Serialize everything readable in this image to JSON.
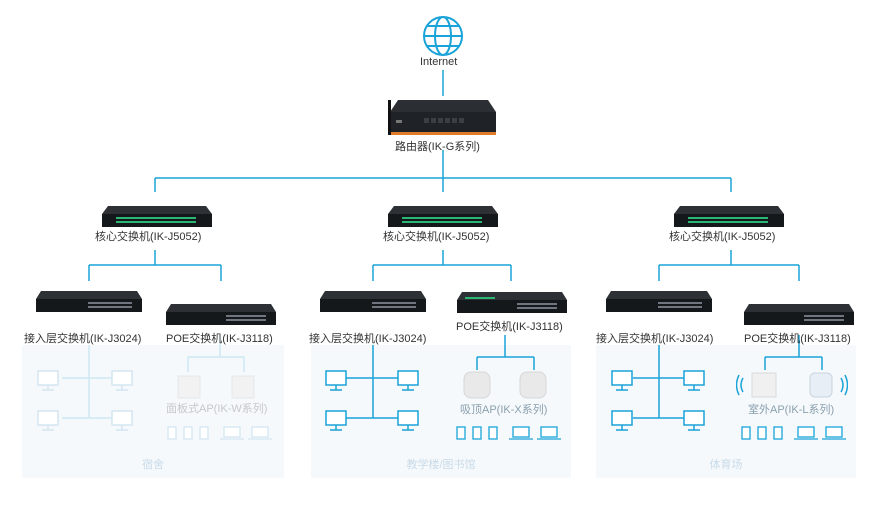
{
  "internet": {
    "label": "Internet"
  },
  "router": {
    "label": "路由器(IK-G系列)"
  },
  "core_switches": [
    {
      "label": "核心交换机(IK-J5052)"
    },
    {
      "label": "核心交换机(IK-J5052)"
    },
    {
      "label": "核心交换机(IK-J5052)"
    }
  ],
  "access_switches": [
    {
      "label": "接入层交换机(IK-J3024)"
    },
    {
      "label": "接入层交换机(IK-J3024)"
    },
    {
      "label": "接入层交换机(IK-J3024)"
    }
  ],
  "poe_switches": [
    {
      "label": "POE交换机(IK-J3118)"
    },
    {
      "label": "POE交换机(IK-J3118)"
    },
    {
      "label": "POE交换机(IK-J3118)"
    }
  ],
  "aps": [
    {
      "label": "面板式AP(IK-W系列)"
    },
    {
      "label": "吸顶AP(IK-X系列)"
    },
    {
      "label": "室外AP(IK-L系列)"
    }
  ],
  "zones": [
    {
      "label": "宿舍"
    },
    {
      "label": "教学楼/图书馆"
    },
    {
      "label": "体育场"
    }
  ],
  "colors": {
    "line": "#1aa3d9",
    "line_faint": "#cfe8f4",
    "device": "#1a1d21",
    "port_green": "#2bb673",
    "router_accent": "#e07b2c"
  }
}
